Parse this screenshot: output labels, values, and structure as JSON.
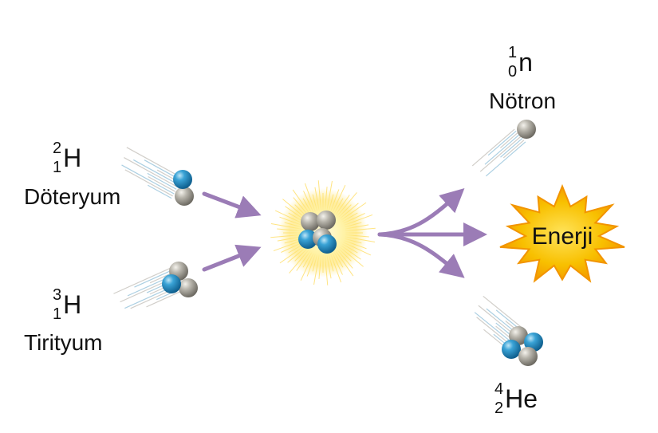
{
  "reactants": {
    "deuterium": {
      "mass": "2",
      "atomic": "1",
      "symbol": "H",
      "name": "Döteryum"
    },
    "tritium": {
      "mass": "3",
      "atomic": "1",
      "symbol": "H",
      "name": "Tirityum"
    }
  },
  "products": {
    "neutron": {
      "mass": "1",
      "atomic": "0",
      "symbol": "n",
      "name": "Nötron"
    },
    "helium": {
      "mass": "4",
      "atomic": "2",
      "symbol": "He"
    },
    "energy_label": "Enerji"
  },
  "colors": {
    "arrow": "#9b7cb6",
    "proton": "#2a8fc4",
    "neutron": "#a8a59c",
    "starburst": "#f4b400",
    "starburst_edge": "#f29400",
    "glow": "#ffd84d"
  },
  "icons": {
    "particle_trail": "speed-streaks",
    "burst": "starburst"
  }
}
